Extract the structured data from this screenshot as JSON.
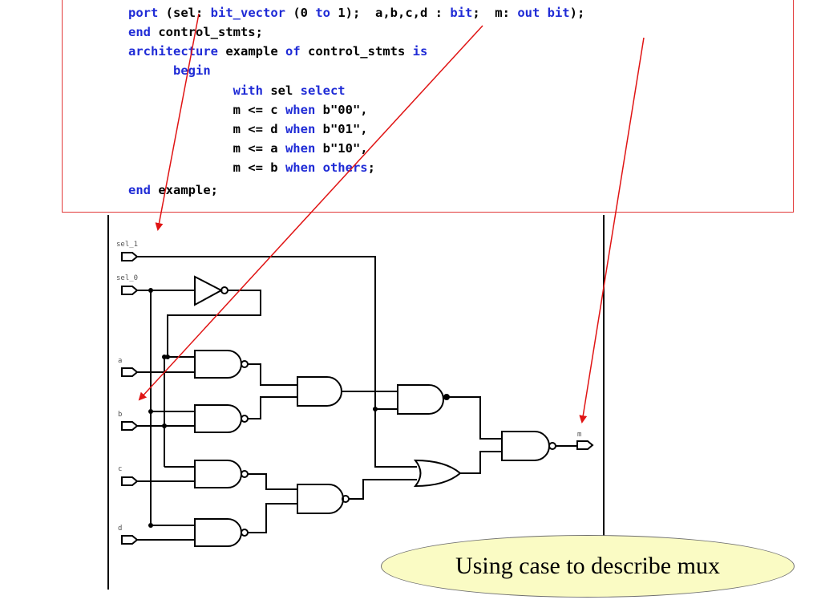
{
  "code": {
    "lines": [
      [
        {
          "t": "port ",
          "k": true
        },
        {
          "t": "(sel: ",
          "k": false
        },
        {
          "t": "bit_vector ",
          "k": true
        },
        {
          "t": "(0 ",
          "k": false
        },
        {
          "t": "to ",
          "k": true
        },
        {
          "t": "1);  a,b,c,d : ",
          "k": false
        },
        {
          "t": "bit",
          "k": true
        },
        {
          "t": ";  m: ",
          "k": false
        },
        {
          "t": "out bit",
          "k": true
        },
        {
          "t": ");",
          "k": false
        }
      ],
      [
        {
          "t": "end ",
          "k": true
        },
        {
          "t": "control_stmts;",
          "k": false
        }
      ],
      [
        {
          "t": "architecture ",
          "k": true
        },
        {
          "t": "example ",
          "k": false
        },
        {
          "t": "of ",
          "k": true
        },
        {
          "t": "control_stmts ",
          "k": false
        },
        {
          "t": "is",
          "k": true
        }
      ],
      [
        {
          "t": "      begin",
          "k": true
        }
      ],
      [
        {
          "t": "              with ",
          "k": true
        },
        {
          "t": "sel ",
          "k": false
        },
        {
          "t": "select",
          "k": true
        }
      ],
      [
        {
          "t": "              m <= c ",
          "k": false
        },
        {
          "t": "when ",
          "k": true
        },
        {
          "t": "b\"00\",",
          "k": false
        }
      ],
      [
        {
          "t": "              m <= d ",
          "k": false
        },
        {
          "t": "when ",
          "k": true
        },
        {
          "t": "b\"01\",",
          "k": false
        }
      ],
      [
        {
          "t": "              m <= a ",
          "k": false
        },
        {
          "t": "when ",
          "k": true
        },
        {
          "t": "b\"10\",",
          "k": false
        }
      ],
      [
        {
          "t": "              m <= b ",
          "k": false
        },
        {
          "t": "when others",
          "k": true
        },
        {
          "t": ";",
          "k": false
        }
      ],
      [
        {
          "t": "end ",
          "k": true
        },
        {
          "t": "example;",
          "k": false
        }
      ]
    ]
  },
  "schematic": {
    "pins": {
      "sel_1": "sel_1",
      "sel_0": "sel_0",
      "a": "a",
      "b": "b",
      "c": "c",
      "d": "d",
      "m": "m"
    }
  },
  "caption": "Using case to describe mux",
  "colors": {
    "keyword": "#1f2bd6",
    "arrow": "#e01414",
    "box_border": "#e23a3a",
    "caption_fill": "#fafbc4"
  }
}
